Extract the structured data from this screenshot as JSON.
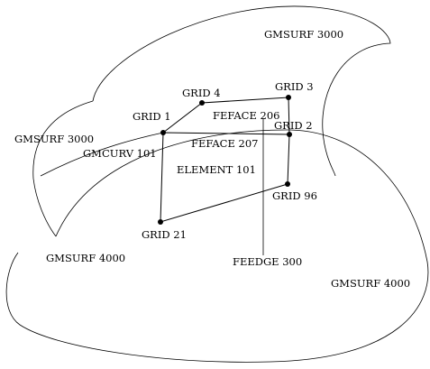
{
  "labels": {
    "gmsurf_3000_top": "GMSURF 3000",
    "gmsurf_3000_left": "GMSURF 3000",
    "gmcurv_101": "GMCURV 101",
    "gmsurf_4000_left": "GMSURF 4000",
    "gmsurf_4000_right": "GMSURF 4000",
    "grid_1": "GRID 1",
    "grid_2": "GRID 2",
    "grid_3": "GRID 3",
    "grid_4": "GRID 4",
    "grid_21": "GRID 21",
    "grid_96": "GRID 96",
    "feface_206": "FEFACE 206",
    "feface_207": "FEFACE 207",
    "element_101": "ELEMENT 101",
    "feedge_300": "FEEDGE 300"
  },
  "colors": {
    "line": "#000000",
    "background": "#ffffff"
  }
}
